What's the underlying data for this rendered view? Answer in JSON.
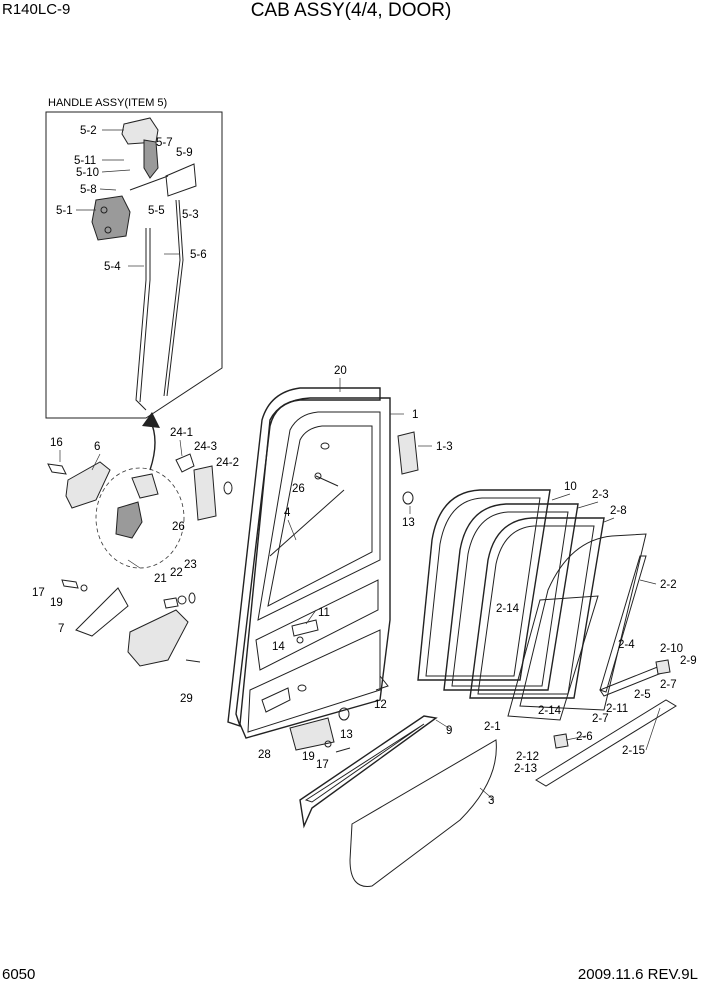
{
  "header": {
    "model": "R140LC-9",
    "title": "CAB ASSY(4/4, DOOR)"
  },
  "footer": {
    "page_number": "6050",
    "revision": "2009.11.6  REV.9L"
  },
  "inset": {
    "title": "HANDLE ASSY(ITEM 5)"
  },
  "callouts": [
    {
      "id": "c-5-2",
      "label": "5-2"
    },
    {
      "id": "c-5-7",
      "label": "5-7"
    },
    {
      "id": "c-5-9",
      "label": "5-9"
    },
    {
      "id": "c-5-11",
      "label": "5-11"
    },
    {
      "id": "c-5-10",
      "label": "5-10"
    },
    {
      "id": "c-5-8",
      "label": "5-8"
    },
    {
      "id": "c-5-1",
      "label": "5-1"
    },
    {
      "id": "c-5-5",
      "label": "5-5"
    },
    {
      "id": "c-5-3",
      "label": "5-3"
    },
    {
      "id": "c-5-4",
      "label": "5-4"
    },
    {
      "id": "c-5-6",
      "label": "5-6"
    },
    {
      "id": "c-20",
      "label": "20"
    },
    {
      "id": "c-1",
      "label": "1"
    },
    {
      "id": "c-1-3",
      "label": "1-3"
    },
    {
      "id": "c-16",
      "label": "16"
    },
    {
      "id": "c-6",
      "label": "6"
    },
    {
      "id": "c-24-1",
      "label": "24-1"
    },
    {
      "id": "c-24-3",
      "label": "24-3"
    },
    {
      "id": "c-24-2",
      "label": "24-2"
    },
    {
      "id": "c-26a",
      "label": "26"
    },
    {
      "id": "c-26b",
      "label": "26"
    },
    {
      "id": "c-13a",
      "label": "13"
    },
    {
      "id": "c-4",
      "label": "4"
    },
    {
      "id": "c-10",
      "label": "10"
    },
    {
      "id": "c-2-3",
      "label": "2-3"
    },
    {
      "id": "c-2-8",
      "label": "2-8"
    },
    {
      "id": "c-2-2",
      "label": "2-2"
    },
    {
      "id": "c-2-14a",
      "label": "2-14"
    },
    {
      "id": "c-23",
      "label": "23"
    },
    {
      "id": "c-22",
      "label": "22"
    },
    {
      "id": "c-21",
      "label": "21"
    },
    {
      "id": "c-17a",
      "label": "17"
    },
    {
      "id": "c-19a",
      "label": "19"
    },
    {
      "id": "c-7",
      "label": "7"
    },
    {
      "id": "c-11",
      "label": "11"
    },
    {
      "id": "c-14",
      "label": "14"
    },
    {
      "id": "c-2-4",
      "label": "2-4"
    },
    {
      "id": "c-2-10",
      "label": "2-10"
    },
    {
      "id": "c-2-9",
      "label": "2-9"
    },
    {
      "id": "c-2-7a",
      "label": "2-7"
    },
    {
      "id": "c-2-5",
      "label": "2-5"
    },
    {
      "id": "c-2-11",
      "label": "2-11"
    },
    {
      "id": "c-2-7b",
      "label": "2-7"
    },
    {
      "id": "c-29",
      "label": "29"
    },
    {
      "id": "c-12",
      "label": "12"
    },
    {
      "id": "c-2-1",
      "label": "2-1"
    },
    {
      "id": "c-2-14b",
      "label": "2-14"
    },
    {
      "id": "c-9",
      "label": "9"
    },
    {
      "id": "c-2-6",
      "label": "2-6"
    },
    {
      "id": "c-13b",
      "label": "13"
    },
    {
      "id": "c-28",
      "label": "28"
    },
    {
      "id": "c-19b",
      "label": "19"
    },
    {
      "id": "c-17b",
      "label": "17"
    },
    {
      "id": "c-2-12",
      "label": "2-12"
    },
    {
      "id": "c-2-13",
      "label": "2-13"
    },
    {
      "id": "c-2-15",
      "label": "2-15"
    },
    {
      "id": "c-3",
      "label": "3"
    }
  ]
}
